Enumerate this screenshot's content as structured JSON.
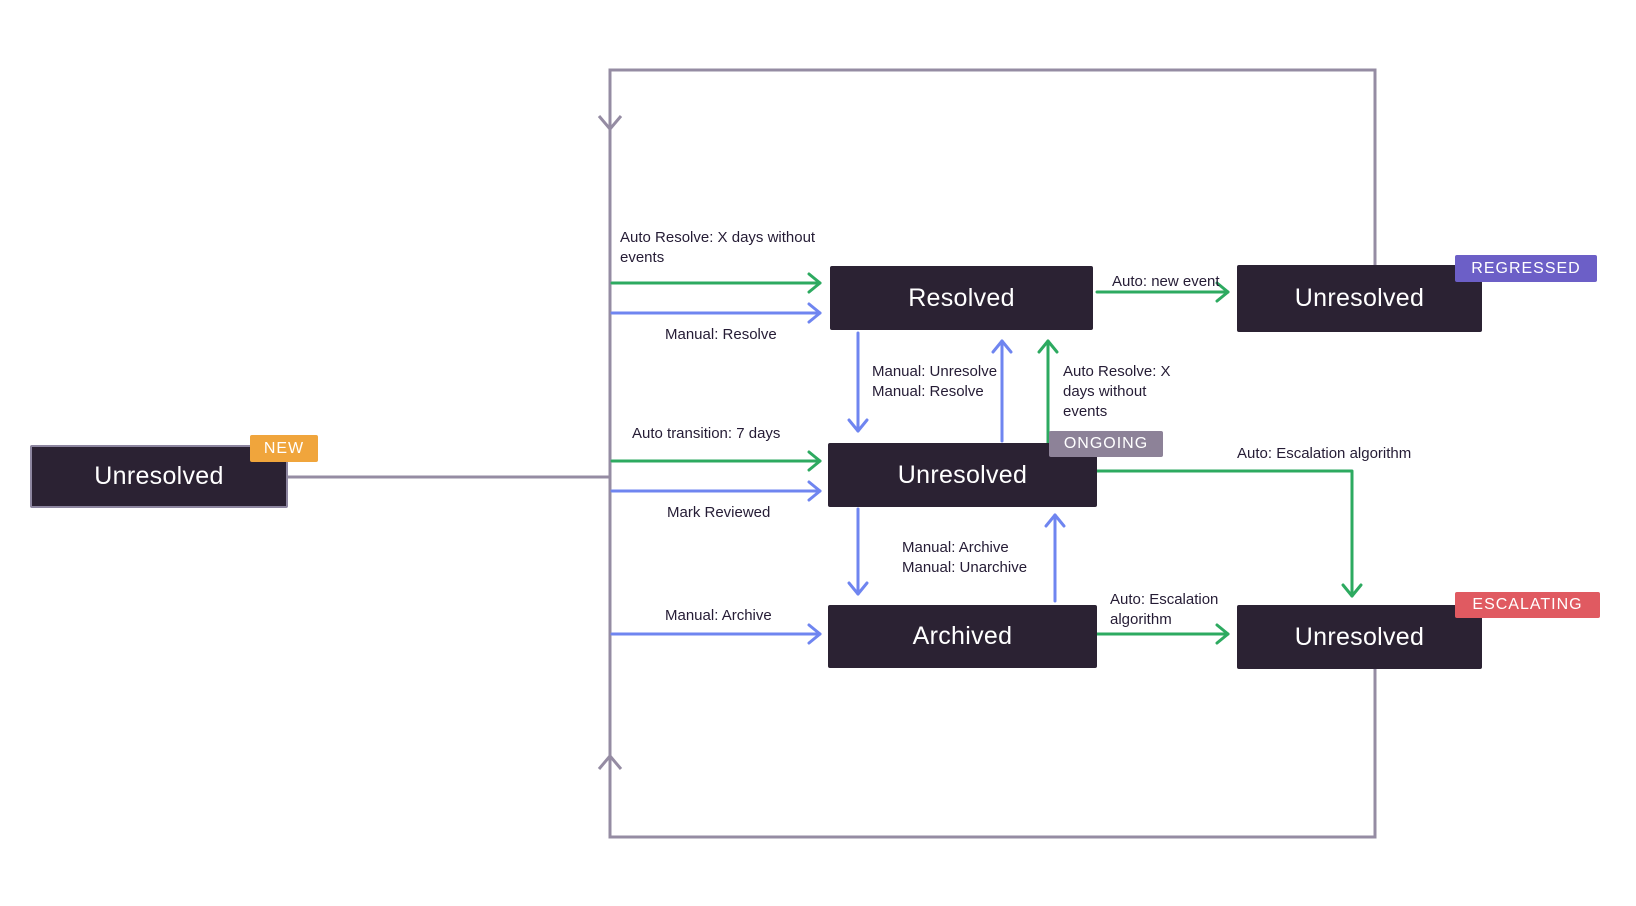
{
  "colors": {
    "canvas-bg": "#ffffff",
    "box-bg": "#2b2233",
    "box-text": "#ffffff",
    "box-border": "#8d86a0",
    "label-text": "#251c35",
    "arrow-green": "#2daa60",
    "arrow-blue": "#6f85f0",
    "loop-purple": "#958ca3",
    "badge-new": "#f0a53c",
    "badge-regressed": "#6c5fc7",
    "badge-ongoing": "#8d8298",
    "badge-escalating": "#e05a61"
  },
  "states": {
    "new": {
      "label": "Unresolved",
      "badge": "NEW"
    },
    "resolved": {
      "label": "Resolved"
    },
    "regressed": {
      "label": "Unresolved",
      "badge": "REGRESSED"
    },
    "ongoing": {
      "label": "Unresolved",
      "badge": "ONGOING"
    },
    "archived": {
      "label": "Archived"
    },
    "escalating": {
      "label": "Unresolved",
      "badge": "ESCALATING"
    }
  },
  "transitions": {
    "auto_resolve_top": "Auto Resolve: X days without\nevents",
    "manual_resolve_top": "Manual: Resolve",
    "auto_new_event": "Auto: new event",
    "manual_unresolve_mid": "Manual: Unresolve\nManual: Resolve",
    "auto_resolve_mid": "Auto Resolve: X\ndays without\nevents",
    "auto_transition": "Auto transition: 7 days",
    "mark_reviewed": "Mark Reviewed",
    "auto_escalation_right": "Auto: Escalation algorithm",
    "manual_archive_mid": "Manual: Archive\nManual: Unarchive",
    "manual_archive_left": "Manual: Archive",
    "auto_escalation_bottom": "Auto: Escalation\nalgorithm"
  }
}
